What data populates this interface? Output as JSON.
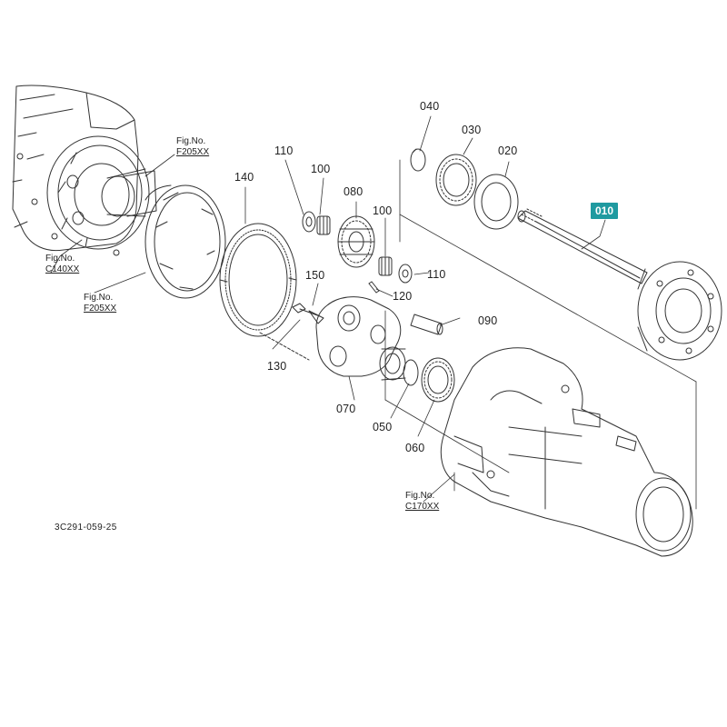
{
  "highlight_color": "#1f9aa0",
  "doc_id": "3C291-059-25",
  "selected_part": "010",
  "callouts": {
    "p010": "010",
    "p020": "020",
    "p030": "030",
    "p040": "040",
    "p050": "050",
    "p060": "060",
    "p070": "070",
    "p080": "080",
    "p090": "090",
    "p100a": "100",
    "p100b": "100",
    "p110a": "110",
    "p110b": "110",
    "p120": "120",
    "p130": "130",
    "p140": "140",
    "p150": "150"
  },
  "refs": {
    "fig_label": "Fig.No.",
    "ref1": "F205XX",
    "ref2": "C140XX",
    "ref3": "F205XX",
    "ref4": "C170XX"
  }
}
